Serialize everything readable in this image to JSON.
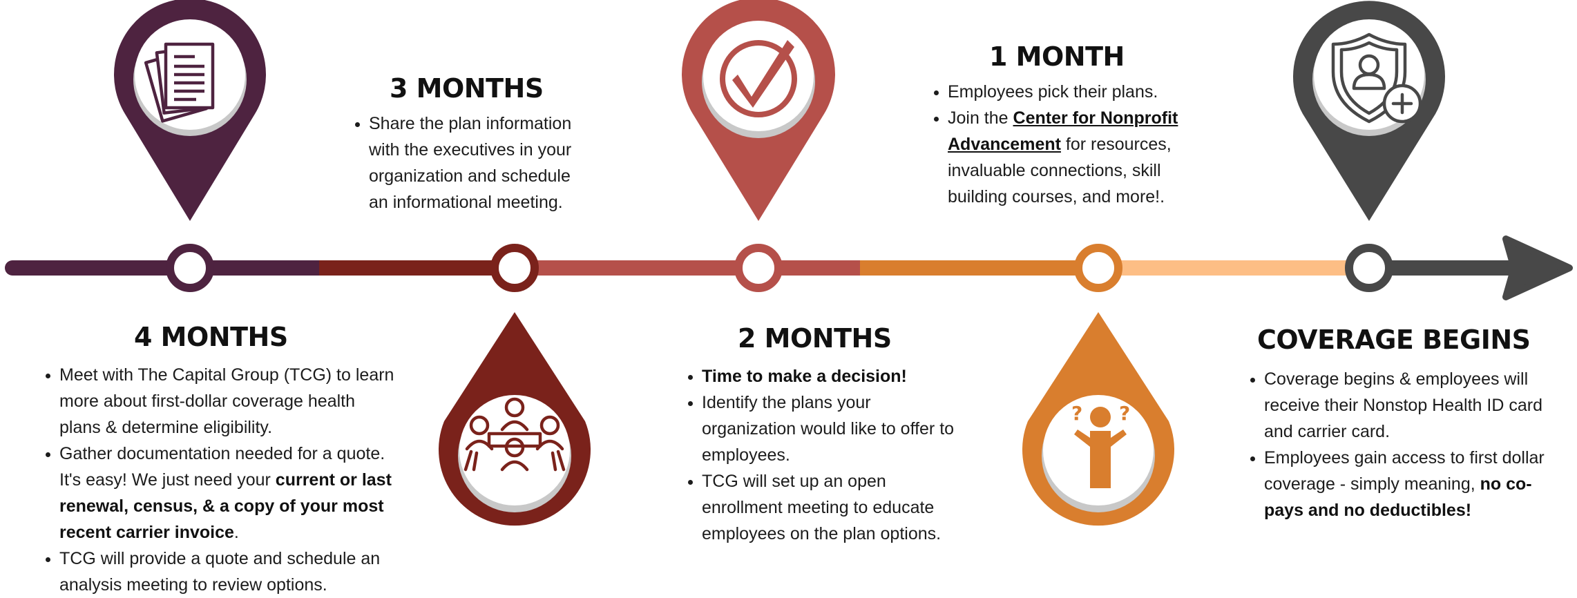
{
  "colors": {
    "plum": "#4E2340",
    "maroon": "#7A221B",
    "brick": "#B5504A",
    "orange": "#D97E2E",
    "peach": "#FDBE85",
    "charcoal": "#484848"
  },
  "milestones": [
    {
      "id": "four-months",
      "title": "4 MONTHS",
      "icon": "documents-icon",
      "bullets": [
        [
          {
            "t": "Meet with The Capital Group (TCG) to learn more about first-dollar coverage health plans & determine eligibility."
          }
        ],
        [
          {
            "t": "Gather documentation needed for a quote. It's easy! We just need your "
          },
          {
            "t": "current or last renewal, census,  & a copy of your most recent carrier invoice",
            "b": true
          },
          {
            "t": "."
          }
        ],
        [
          {
            "t": "TCG will provide a quote and schedule an analysis meeting to review options."
          }
        ]
      ]
    },
    {
      "id": "three-months",
      "title": "3 MONTHS",
      "icon": "meeting-group-icon",
      "bullets": [
        [
          {
            "t": "Share the plan information with the executives in your organization and schedule an informational meeting."
          }
        ]
      ]
    },
    {
      "id": "two-months",
      "title": "2 MONTHS",
      "icon": "checkmark-icon",
      "bullets": [
        [
          {
            "t": "Time to make a decision!",
            "b": true
          }
        ],
        [
          {
            "t": "Identify the plans your organization would like to offer to employees."
          }
        ],
        [
          {
            "t": "TCG will set up an open enrollment meeting to educate employees on the plan options."
          }
        ]
      ]
    },
    {
      "id": "one-month",
      "title": "1 MONTH",
      "icon": "person-question-icon",
      "bullets": [
        [
          {
            "t": "Employees pick their plans."
          }
        ],
        [
          {
            "t": "Join the "
          },
          {
            "t": "Center for Nonprofit Advancement",
            "link": true
          },
          {
            "t": " for resources, invaluable connections, skill building courses, and more!."
          }
        ]
      ]
    },
    {
      "id": "coverage-begins",
      "title": "COVERAGE BEGINS",
      "icon": "shield-person-plus-icon",
      "bullets": [
        [
          {
            "t": "Coverage begins & employees will receive their Nonstop Health ID card and carrier card."
          }
        ],
        [
          {
            "t": "Employees gain access to first dollar coverage - simply meaning, "
          },
          {
            "t": "no co-pays and no deductibles!",
            "b": true
          }
        ]
      ]
    }
  ]
}
